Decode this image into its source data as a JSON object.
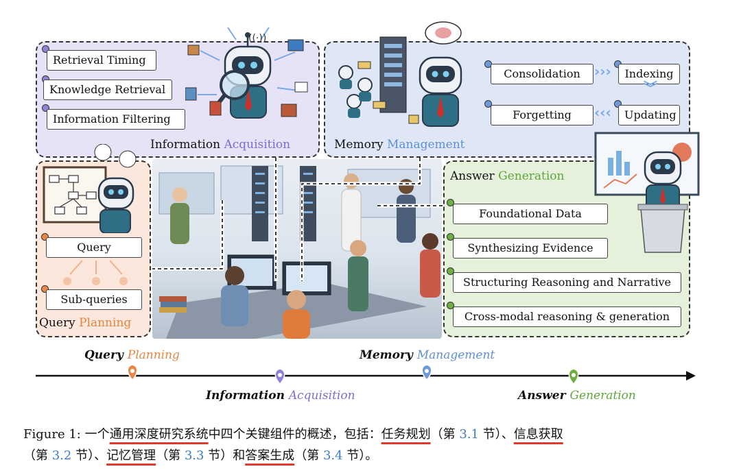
{
  "information_acquisition": {
    "title_part1": "Information",
    "title_part2": "Acquisition",
    "items": [
      "Retrieval Timing",
      "Knowledge Retrieval",
      "Information Filtering"
    ]
  },
  "memory_management": {
    "title_part1": "Memory",
    "title_part2": "Management",
    "items": {
      "consolidation": "Consolidation",
      "indexing": "Indexing",
      "forgetting": "Forgetting",
      "updating": "Updating"
    }
  },
  "query_planning": {
    "title_part1": "Query",
    "title_part2": "Planning",
    "items": {
      "query": "Query",
      "subqueries": "Sub-queries"
    }
  },
  "answer_generation": {
    "title_part1": "Answer",
    "title_part2": "Generation",
    "items": [
      "Foundational Data",
      "Synthesizing Evidence",
      "Structuring Reasoning and Narrative",
      "Cross-modal reasoning & generation"
    ]
  },
  "timeline": {
    "query_planning": {
      "part1": "Query",
      "part2": "Planning"
    },
    "information_acquisition": {
      "part1": "Information",
      "part2": "Acquisition"
    },
    "memory_management": {
      "part1": "Memory",
      "part2": "Management"
    },
    "answer_generation": {
      "part1": "Answer",
      "part2": "Generation"
    }
  },
  "caption": {
    "label": "Figure 1:",
    "t1": " 一个",
    "u1": "通用深度研究系统",
    "t2": "中四个关键组件的概述，包括：",
    "u2": "任务规划",
    "t3": "（第 ",
    "n1": "3.1",
    "t4": " 节）、",
    "u3": "信息获取",
    "t5": "（第 ",
    "n2": "3.2",
    "t6": " 节）、",
    "u4": "记忆管理",
    "t7": "（第 ",
    "n3": "3.3",
    "t8": " 节）和",
    "u5": "答案生成",
    "t9": "（第 ",
    "n4": "3.4",
    "t10": " 节）。"
  },
  "colors": {
    "acquisition": "#7a6fd0",
    "management": "#5f8fd6",
    "planning": "#e6853f",
    "generation": "#5fa63a",
    "underline": "#e03a2e"
  },
  "icons": [
    "robot-icon",
    "magnifier-icon",
    "brain-cloud-icon",
    "server-rack-icon",
    "presentation-board-icon",
    "flowchart-icon",
    "podium-icon",
    "wifi-icon"
  ]
}
